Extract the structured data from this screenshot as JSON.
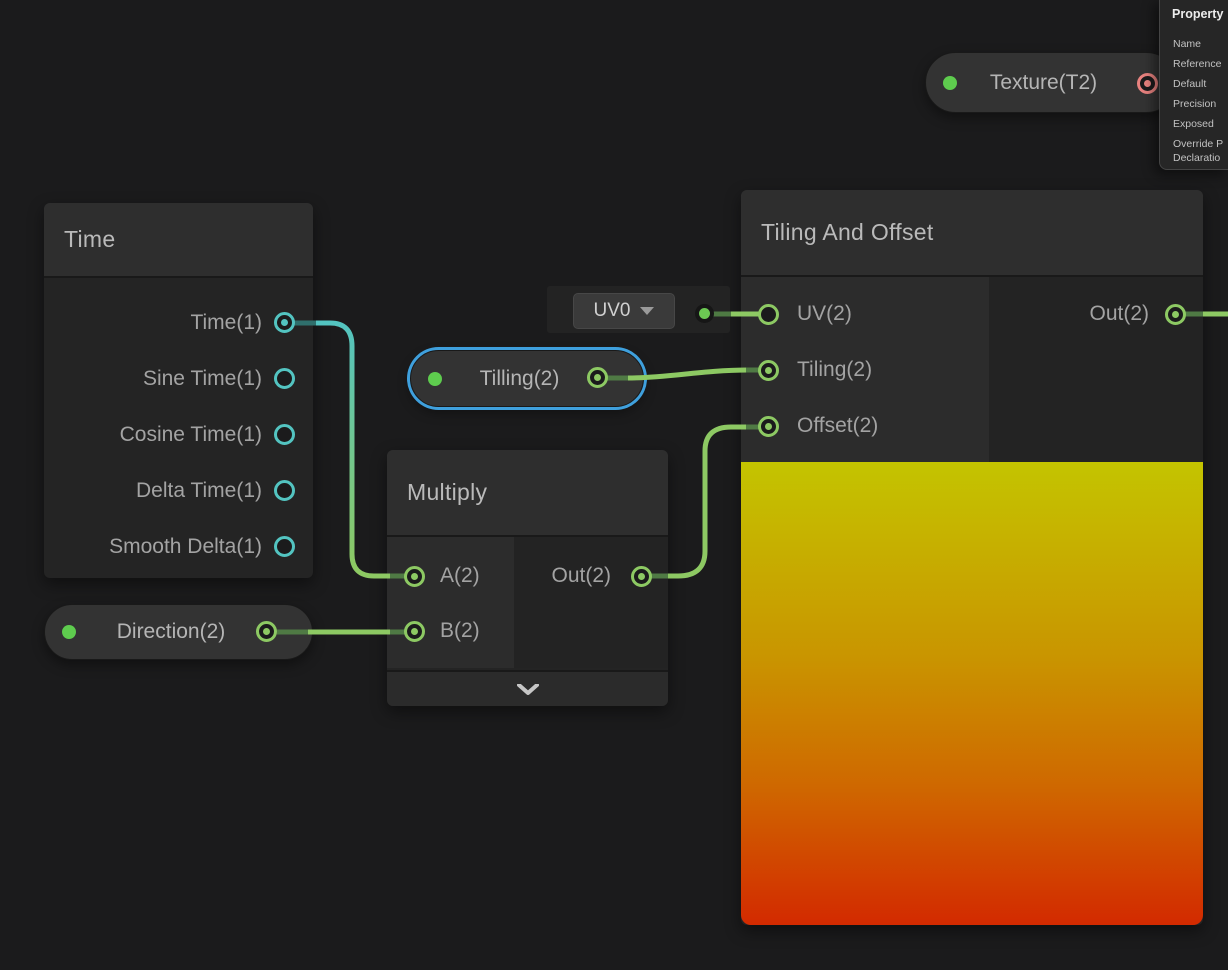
{
  "colors": {
    "background": "#1b1b1c",
    "wire_green": "#8dc963",
    "wire_teal": "#53c4c1",
    "port_red": "#e8827f",
    "selection_blue": "#3fa0dd",
    "property_dot_green": "#5ecc4e",
    "preview_gradient_top": "#c4c400",
    "preview_gradient_bottom": "#d32a00"
  },
  "nodes": {
    "time": {
      "title": "Time",
      "outputs": [
        "Time(1)",
        "Sine Time(1)",
        "Cosine Time(1)",
        "Delta Time(1)",
        "Smooth Delta(1)"
      ]
    },
    "multiply": {
      "title": "Multiply",
      "inputs": [
        "A(2)",
        "B(2)"
      ],
      "outputs": [
        "Out(2)"
      ]
    },
    "tiling_and_offset": {
      "title": "Tiling And Offset",
      "inputs": [
        "UV(2)",
        "Tiling(2)",
        "Offset(2)"
      ],
      "outputs": [
        "Out(2)"
      ]
    }
  },
  "pills": {
    "direction": {
      "label": "Direction(2)"
    },
    "tilling": {
      "label": "Tilling(2)",
      "selected": true
    },
    "texture": {
      "label": "Texture(T2)"
    }
  },
  "uv_channel_dropdown": {
    "value": "UV0"
  },
  "property_panel": {
    "title": "Property",
    "fields": [
      "Name",
      "Reference",
      "Default",
      "Precision",
      "Exposed"
    ],
    "wrapped_field_lines": [
      "Override P",
      "Declaratio"
    ]
  }
}
